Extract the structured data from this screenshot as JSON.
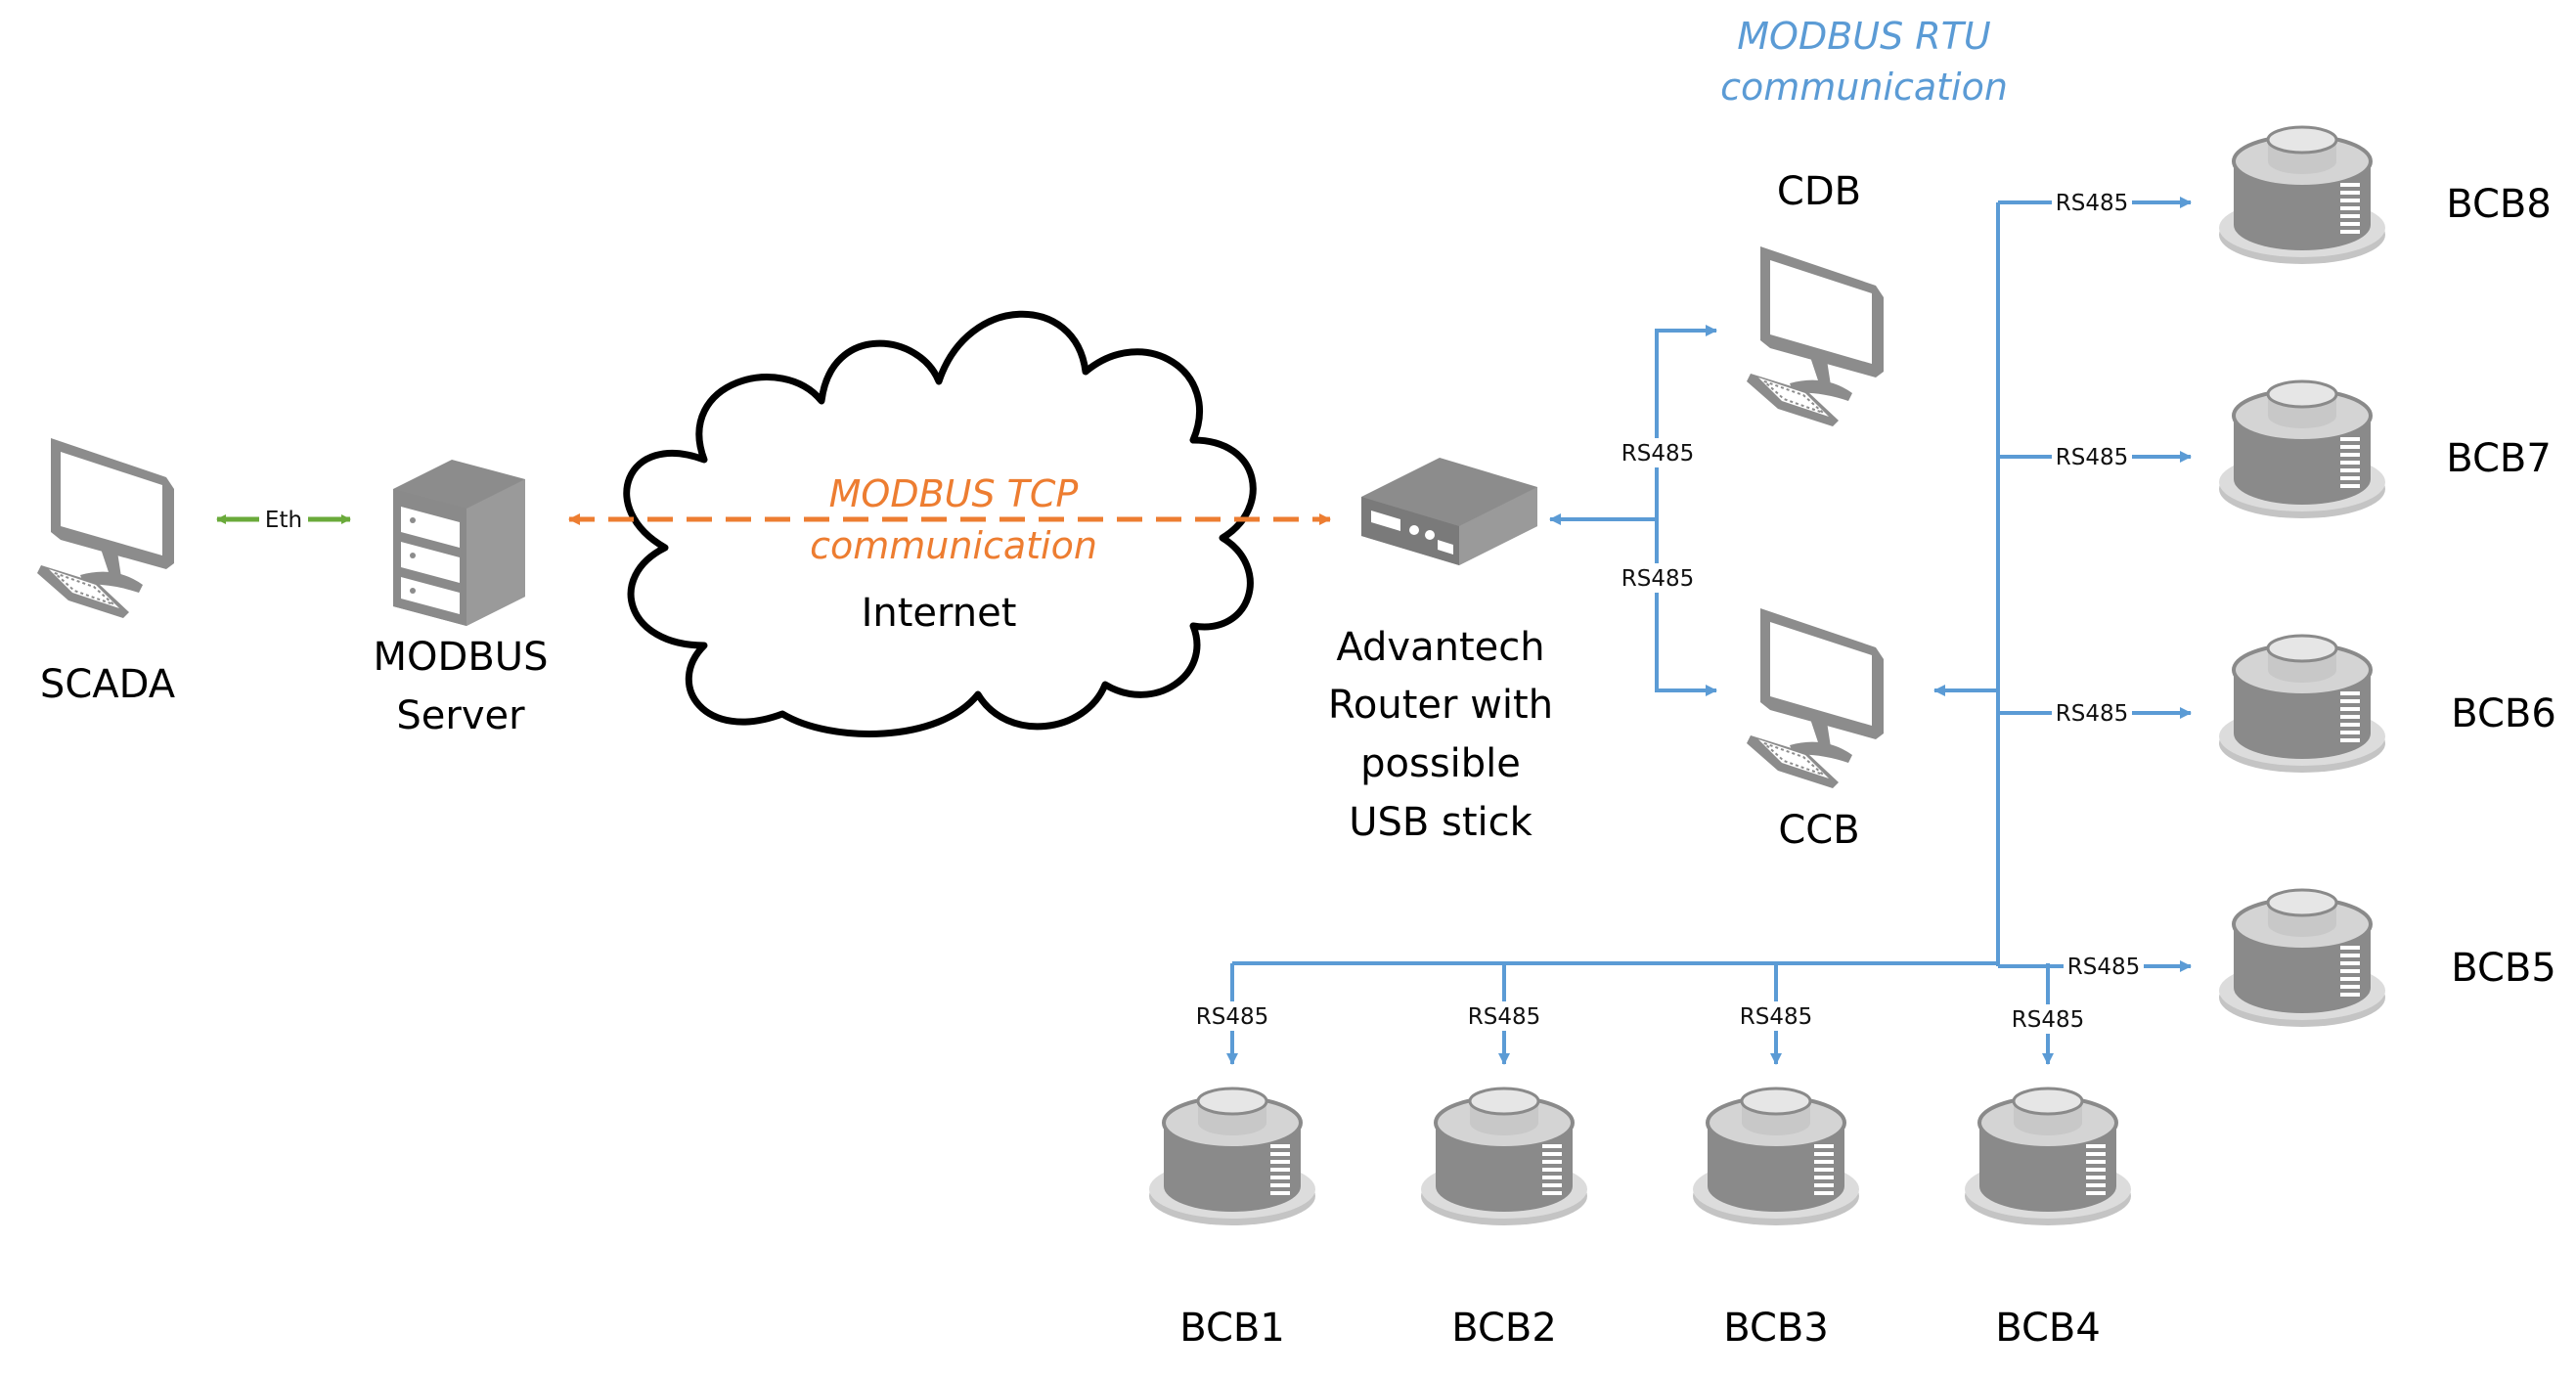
{
  "labels": {
    "scada": "SCADA",
    "modbus_server_1": "MODBUS",
    "modbus_server_2": "Server",
    "internet": "Internet",
    "modbus_tcp_1": "MODBUS TCP",
    "modbus_tcp_2": "communication",
    "modbus_rtu_1": "MODBUS RTU",
    "modbus_rtu_2": "communication",
    "router_1": "Advantech",
    "router_2": "Router with",
    "router_3": "possible",
    "router_4": "USB stick",
    "cdb": "CDB",
    "ccb": "CCB",
    "eth": "Eth",
    "rs485": "RS485",
    "bcb1": "BCB1",
    "bcb2": "BCB2",
    "bcb3": "BCB3",
    "bcb4": "BCB4",
    "bcb5": "BCB5",
    "bcb6": "BCB6",
    "bcb7": "BCB7",
    "bcb8": "BCB8"
  },
  "colors": {
    "eth_link": "#6aaa3a",
    "tcp_link": "#ed7d31",
    "rs485_link": "#5b9bd5",
    "device_gray": "#8a8a8a",
    "device_light": "#c8c8c8"
  },
  "icons": {
    "scada": "computer-icon",
    "server": "server-tower-icon",
    "internet": "cloud-icon",
    "router": "router-icon",
    "cdb": "computer-icon",
    "ccb": "computer-icon",
    "bcb": "breaker-cylinder-icon"
  }
}
